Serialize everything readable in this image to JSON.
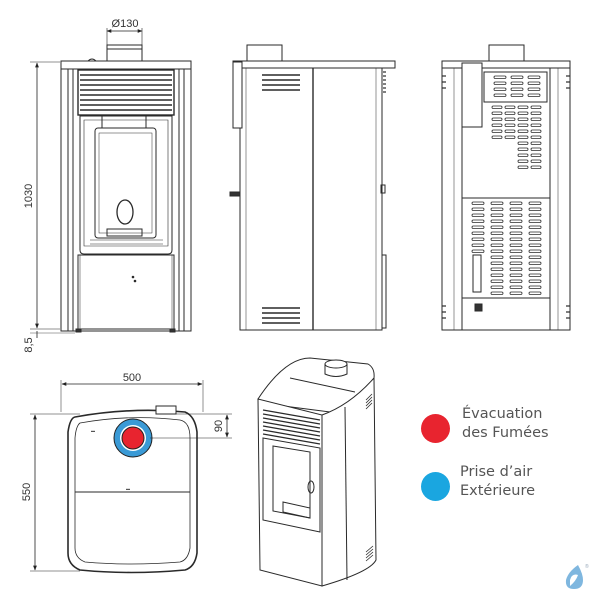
{
  "title": "Stove dimensional drawing",
  "dimensions": {
    "flue_diameter": "Ø130",
    "height": "1030",
    "foot_height": "8,5",
    "width": "500",
    "depth": "550",
    "flue_offset": "90"
  },
  "views": [
    "front-view",
    "side-view",
    "rear-view",
    "top-view",
    "perspective-view"
  ],
  "legend": {
    "items": [
      {
        "line1": "Évacuation",
        "line2": "des Fumées",
        "color": "#e8242f"
      },
      {
        "line1": "Prise d’air",
        "line2": "Extérieure",
        "color": "#1aa6e0"
      }
    ]
  },
  "colors": {
    "line": "#2a2a2a",
    "smoke_outlet": "#e8242f",
    "air_intake": "#3a9ad6",
    "logo": "#7fb7df"
  },
  "logo": {
    "name": "water-drop-logo",
    "mark": "®"
  }
}
